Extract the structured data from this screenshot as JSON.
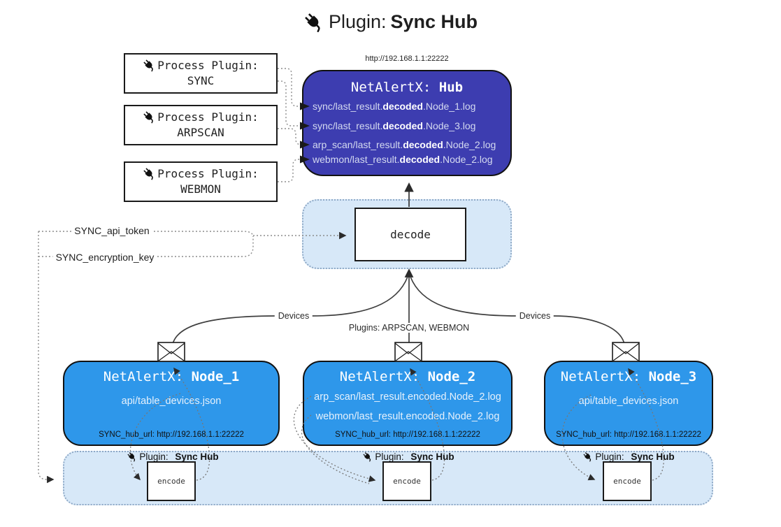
{
  "title": {
    "icon": "plug-icon",
    "prefix": "Plugin:",
    "name": "Sync Hub"
  },
  "process_plugins": [
    {
      "icon": "plug-icon",
      "label": "Process Plugin:",
      "name": "SYNC"
    },
    {
      "icon": "plug-icon",
      "label": "Process Plugin:",
      "name": "ARPSCAN"
    },
    {
      "icon": "plug-icon",
      "label": "Process Plugin:",
      "name": "WEBMON"
    }
  ],
  "hub": {
    "url": "http://192.168.1.1:22222",
    "title_prefix": "NetAlertX:",
    "title_name": "Hub",
    "logs": [
      {
        "pre": "sync/last_result.",
        "bold": "decoded",
        "post": ".Node_1.log"
      },
      {
        "pre": "sync/last_result.",
        "bold": "decoded",
        "post": ".Node_3.log"
      },
      {
        "pre": "arp_scan/last_result.",
        "bold": "decoded",
        "post": ".Node_2.log"
      },
      {
        "pre": "webmon/last_result.",
        "bold": "decoded",
        "post": ".Node_2.log"
      }
    ]
  },
  "decode": {
    "label": "decode"
  },
  "config": {
    "api_token": "SYNC_api_token",
    "encryption_key": "SYNC_encryption_key"
  },
  "edges": {
    "devices_left": "Devices",
    "devices_right": "Devices",
    "plugins_middle": "Plugins: ARPSCAN, WEBMON"
  },
  "nodes": [
    {
      "title_prefix": "NetAlertX:",
      "title_name": "Node_1",
      "files": [
        "api/table_devices.json"
      ],
      "hub_url": "SYNC_hub_url: http://192.168.1.1:22222"
    },
    {
      "title_prefix": "NetAlertX:",
      "title_name": "Node_2",
      "files": [
        "arp_scan/last_result.encoded.Node_2.log",
        "webmon/last_result.encoded.Node_2.log"
      ],
      "hub_url": "SYNC_hub_url: http://192.168.1.1:22222"
    },
    {
      "title_prefix": "NetAlertX:",
      "title_name": "Node_3",
      "files": [
        "api/table_devices.json"
      ],
      "hub_url": "SYNC_hub_url: http://192.168.1.1:22222"
    }
  ],
  "encoders": [
    {
      "icon": "plug-icon",
      "plugin_prefix": "Plugin:",
      "plugin_name": "Sync Hub",
      "box_label": "encode"
    },
    {
      "icon": "plug-icon",
      "plugin_prefix": "Plugin:",
      "plugin_name": "Sync Hub",
      "box_label": "encode"
    },
    {
      "icon": "plug-icon",
      "plugin_prefix": "Plugin:",
      "plugin_name": "Sync Hub",
      "box_label": "encode"
    }
  ],
  "icons": {
    "envelope": "envelope-icon",
    "plug": "plug-icon"
  },
  "colors": {
    "hub_fill": "#3d3db0",
    "node_fill": "#2e97ea",
    "panel_fill": "#d7e8f8",
    "panel_border": "#8fa9c6",
    "line_dark": "#3f3f3f",
    "line_dotted": "#8c8c8c"
  }
}
